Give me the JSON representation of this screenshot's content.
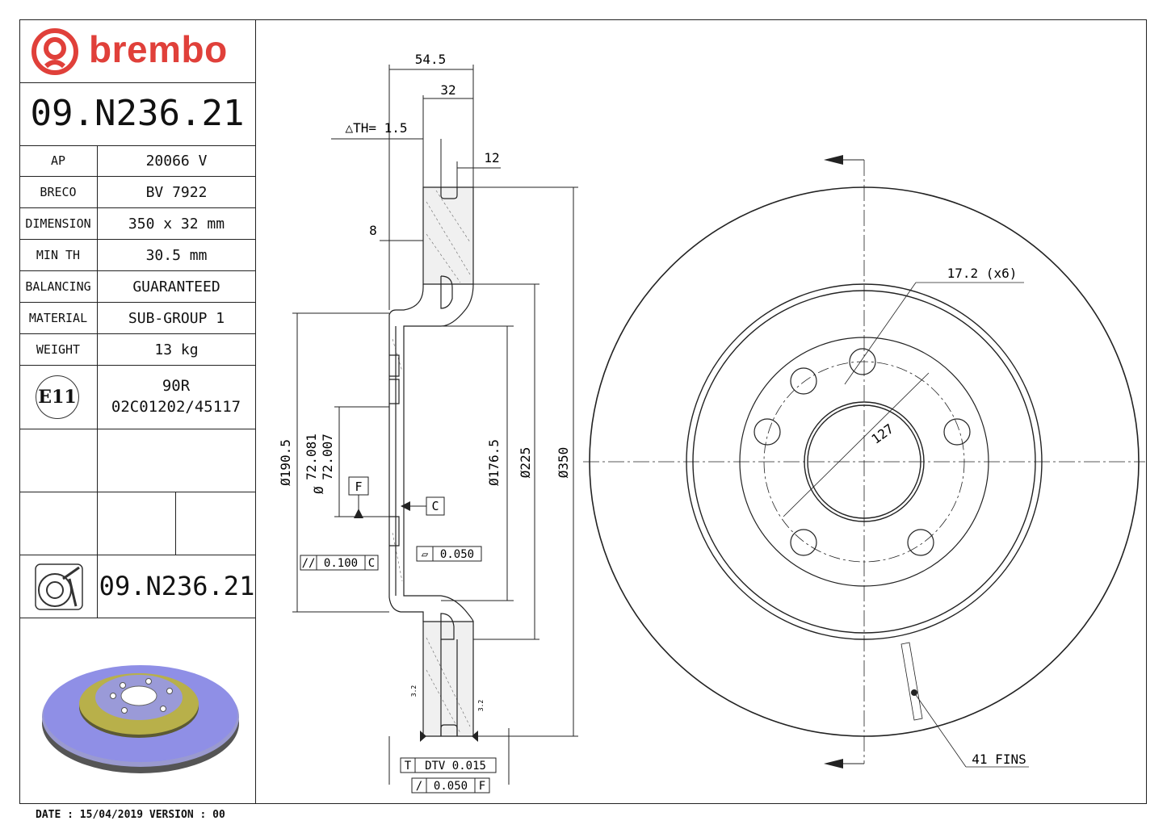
{
  "brand": "brembo",
  "part_number": "09.N236.21",
  "specs": [
    {
      "label": "AP",
      "value": "20066 V"
    },
    {
      "label": "BRECO",
      "value": "BV 7922"
    },
    {
      "label": "DIMENSION",
      "value": "350 x 32 mm"
    },
    {
      "label": "MIN TH",
      "value": "30.5 mm"
    },
    {
      "label": "BALANCING",
      "value": "GUARANTEED"
    },
    {
      "label": "MATERIAL",
      "value": "SUB-GROUP 1"
    },
    {
      "label": "WEIGHT",
      "value": "13 kg"
    }
  ],
  "certification": {
    "mark": "E11",
    "line1": "90R",
    "line2": "02C01202/45117"
  },
  "part_number_2": "09.N236.21",
  "footer": "DATE : 15/04/2019 VERSION : 00",
  "dimensions": {
    "overall_width": "54.5",
    "thickness": "32",
    "delta_th": "△TH= 1.5",
    "vane_gap": "12",
    "hat_offset": "8",
    "d_190": "Ø190.5",
    "bore_max": "72.081",
    "bore_min": "72.007",
    "bore_prefix": "Ø",
    "d_176": "Ø176.5",
    "d_225": "Ø225",
    "d_350": "Ø350",
    "datum_f": "F",
    "datum_c": "C",
    "parallel_tol": "0.100",
    "parallel_ref": "C",
    "flatness_tol": "0.050",
    "dtv_symbol": "T",
    "dtv": "DTV 0.015",
    "runout_symbol": "/",
    "runout_tol": "0.050",
    "runout_ref": "F",
    "roughness_1": "3.2",
    "roughness_2": "3.2",
    "holes": "17.2 (x6)",
    "pcd": "127",
    "fins": "41 FINS"
  },
  "colors": {
    "brand_red": "#e0403a",
    "render_face": "#8f8fe6",
    "render_hat": "#b8b04a"
  }
}
